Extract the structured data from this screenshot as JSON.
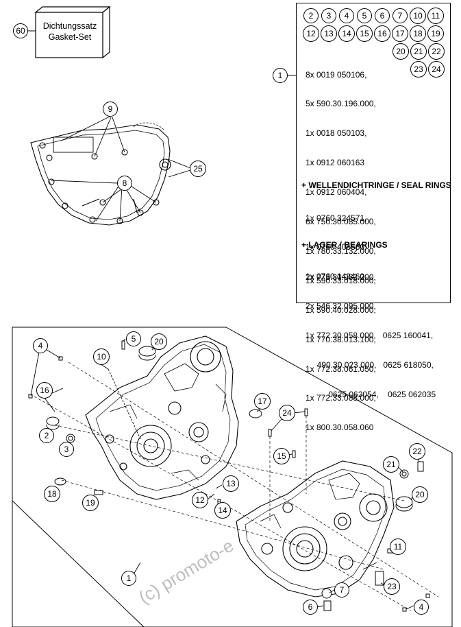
{
  "gasket_set": {
    "callout": "60",
    "label_de": "Dichtungssatz",
    "label_en": "Gasket-Set"
  },
  "gasket_callouts": [
    "9",
    "25",
    "8"
  ],
  "kit": {
    "callout": "1",
    "number_rows": [
      [
        "2",
        "3",
        "4",
        "5",
        "6",
        "7",
        "10",
        "11"
      ],
      [
        "12",
        "13",
        "14",
        "15",
        "16",
        "17",
        "18",
        "19"
      ],
      [
        "20",
        "21",
        "22"
      ],
      [
        "23",
        "24"
      ]
    ],
    "parts": [
      "8x 0019 050106,",
      "5x 590.30.196.000,",
      "1x 0018 050103,",
      "1x 0912 060163",
      "1x 0912 060404,",
      "6x 750.30.085.000,",
      "1x 780.33.132.000,",
      "1x 590.33.018.000,",
      "1x 590.40.028.000,",
      "1x 770.38.013.100,",
      "1x 772.38.061.050,",
      "1x 772.33.088.000,",
      "1x 800.30.058.060"
    ],
    "seal_title": "+ WELLENDICHTRINGE / SEAL RINGS",
    "seals": [
      "1x 0760 324571,",
      "1x 0760 405560,",
      "1x 0760 142460"
    ],
    "bearing_title": "+ LAGER / BEARINGS",
    "bearings": [
      "2x 773.30.082.200,",
      "2x 546.32.095.000,",
      "1x 772.30.058.000,   0625 160041,",
      "     490.30.023.000,   0625 618050,",
      "          0625 062054,    0625 062035"
    ]
  },
  "assembly_callouts": [
    "4",
    "5",
    "20",
    "10",
    "16",
    "2",
    "3",
    "18",
    "19",
    "17",
    "24",
    "15",
    "13",
    "12",
    "14",
    "22",
    "21",
    "20",
    "11",
    "7",
    "23",
    "6",
    "4",
    "1"
  ],
  "watermark": "(c) promoto-e"
}
